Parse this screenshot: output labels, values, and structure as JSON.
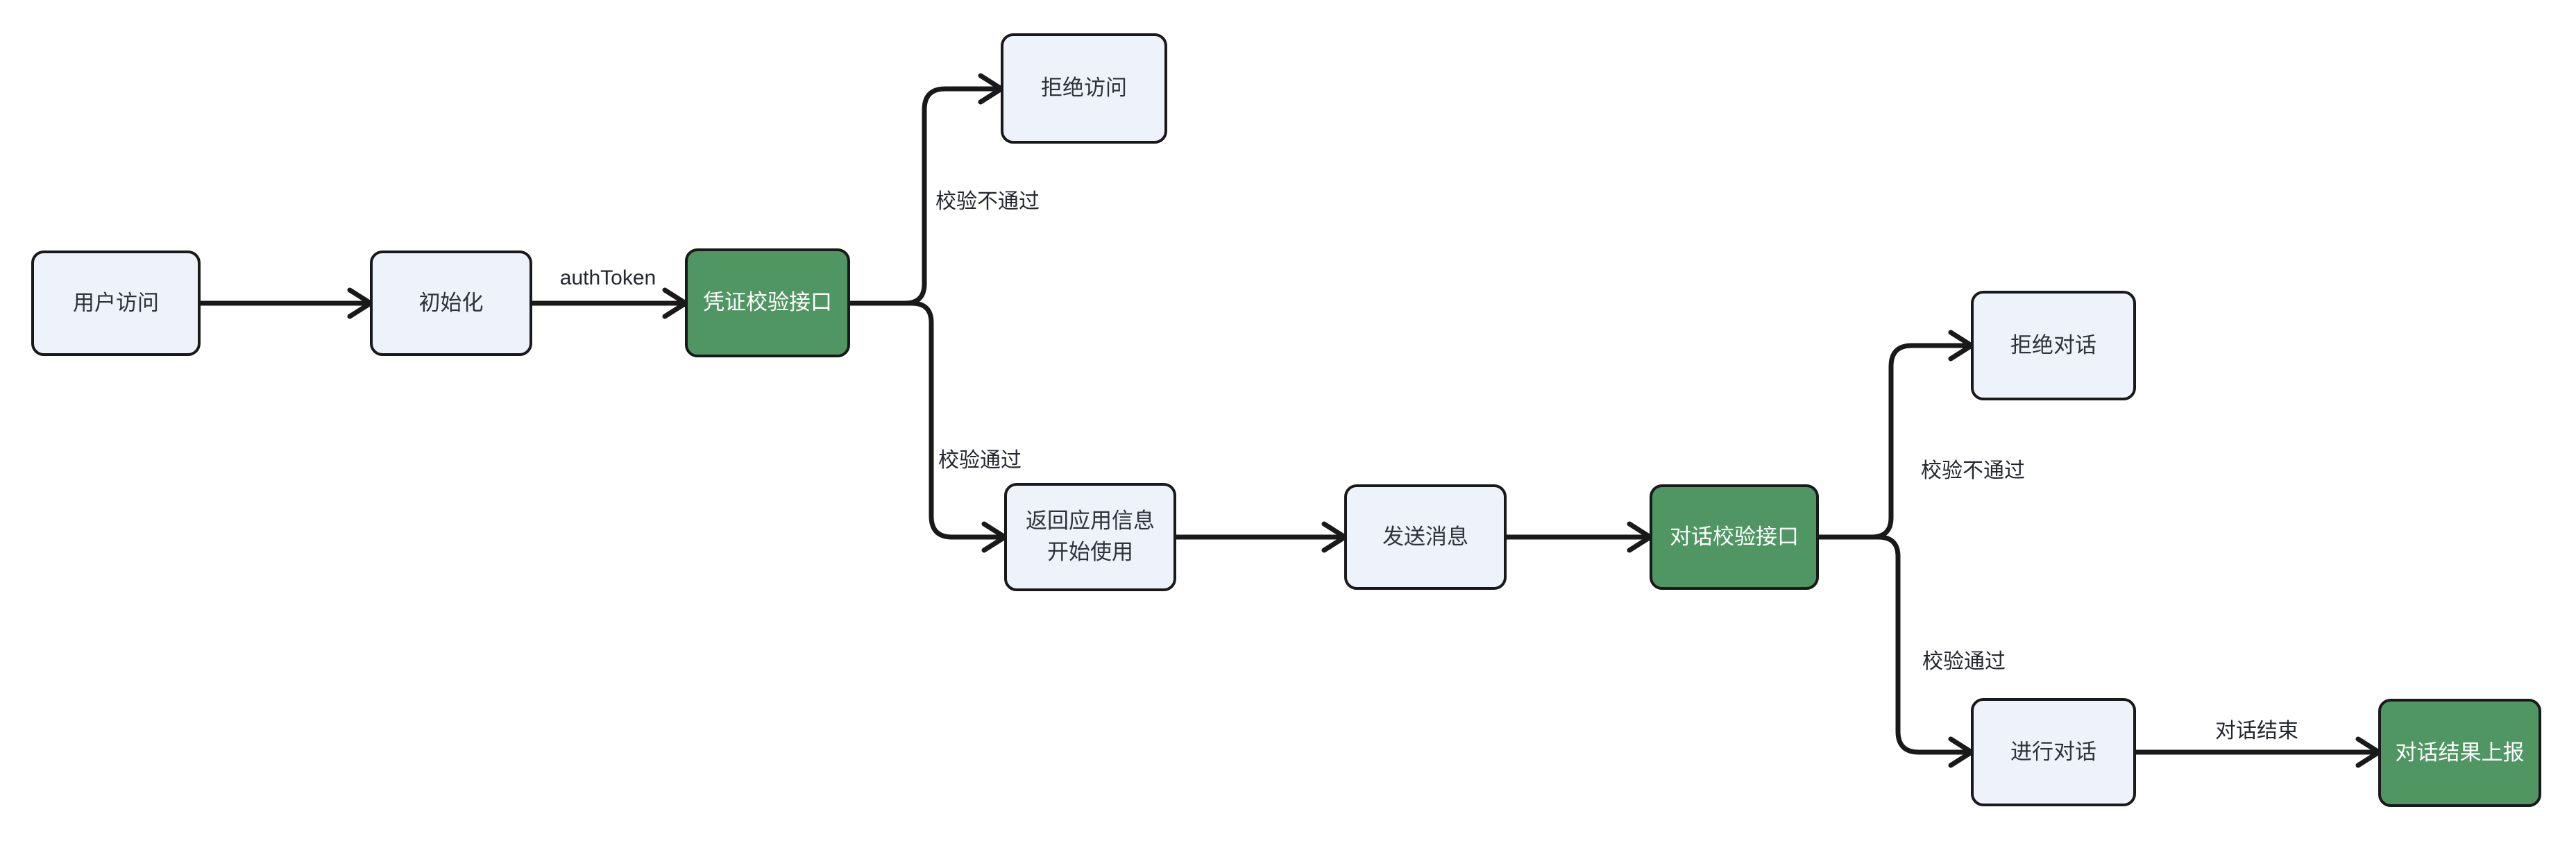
{
  "diagram": {
    "type": "flowchart",
    "background": "#ffffff",
    "colors": {
      "node_fill": "#eef2fb",
      "node_border": "#191919",
      "accent_node_fill": "#4f9663",
      "accent_node_text": "#ffffff",
      "node_text": "#2d323c",
      "edge_stroke": "#191919",
      "edge_label_text": "#24272e"
    },
    "nodes": [
      {
        "id": "user-access",
        "label": "用户访问",
        "type": "default"
      },
      {
        "id": "init",
        "label": "初始化",
        "type": "default"
      },
      {
        "id": "credential-check-api",
        "label": "凭证校验接口",
        "type": "accent"
      },
      {
        "id": "deny-access",
        "label": "拒绝访问",
        "type": "default"
      },
      {
        "id": "return-app-info",
        "label": "返回应用信息\n开始使用",
        "type": "default"
      },
      {
        "id": "send-message",
        "label": "发送消息",
        "type": "default"
      },
      {
        "id": "dialog-check-api",
        "label": "对话校验接口",
        "type": "accent"
      },
      {
        "id": "deny-dialog",
        "label": "拒绝对话",
        "type": "default"
      },
      {
        "id": "conduct-dialog",
        "label": "进行对话",
        "type": "default"
      },
      {
        "id": "dialog-result-report",
        "label": "对话结果上报",
        "type": "accent"
      }
    ],
    "edge_labels": [
      {
        "id": "auth-token",
        "text": "authToken"
      },
      {
        "id": "check-fail-1",
        "text": "校验不通过"
      },
      {
        "id": "check-pass-1",
        "text": "校验通过"
      },
      {
        "id": "check-fail-2",
        "text": "校验不通过"
      },
      {
        "id": "check-pass-2",
        "text": "校验通过"
      },
      {
        "id": "dialog-end",
        "text": "对话结束"
      }
    ]
  }
}
